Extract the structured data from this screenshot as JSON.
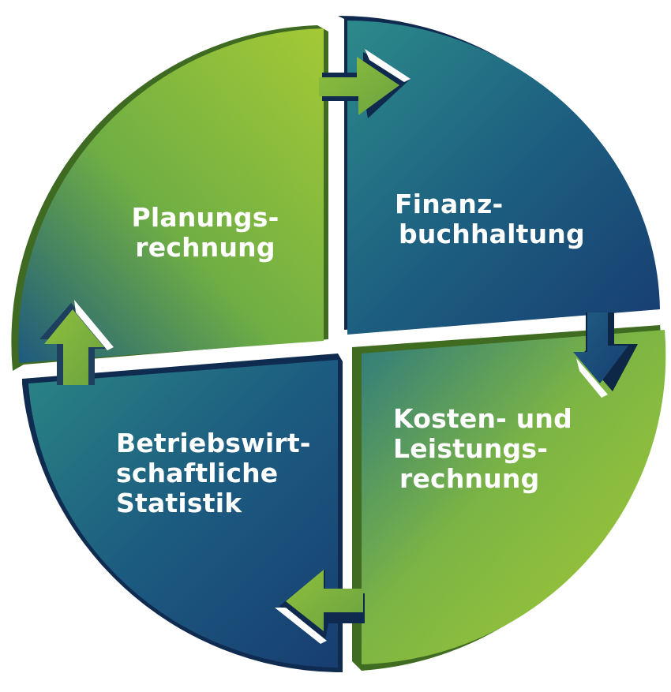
{
  "colors": {
    "green": "#9cc535",
    "teal": "#22778a",
    "navy": "#1a3f72",
    "side_green": "#4d7a24",
    "side_navy": "#102c52",
    "text": "#ffffff"
  },
  "quadrants": {
    "planung": {
      "line1": "Planungs-",
      "line2": "rechnung"
    },
    "fibu": {
      "line1": "Finanz-",
      "line2": "buchhaltung"
    },
    "klr": {
      "line1": "Kosten- und",
      "line2": "Leistungs-",
      "line3": "rechnung"
    },
    "bws": {
      "line1": "Betriebswirt-",
      "line2": "schaftliche",
      "line3": "Statistik"
    }
  },
  "arrows": [
    {
      "from": "planung",
      "to": "fibu",
      "icon": "arrow-right-icon"
    },
    {
      "from": "fibu",
      "to": "klr",
      "icon": "arrow-down-icon"
    },
    {
      "from": "klr",
      "to": "bws",
      "icon": "arrow-left-icon"
    },
    {
      "from": "bws",
      "to": "planung",
      "icon": "arrow-up-icon"
    }
  ]
}
